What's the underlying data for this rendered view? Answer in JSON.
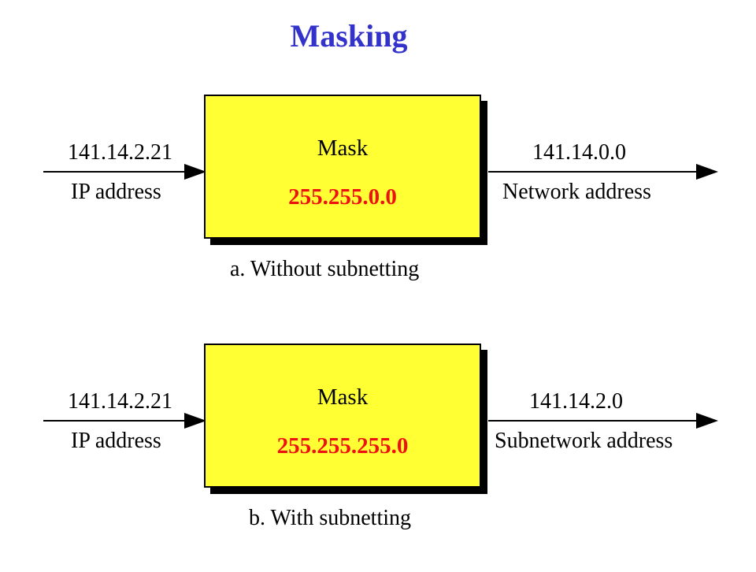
{
  "title": "Masking",
  "panels": [
    {
      "input_value": "141.14.2.21",
      "input_label": "IP address",
      "box_label": "Mask",
      "mask": "255.255.0.0",
      "output_value": "141.14.0.0",
      "output_label": "Network address",
      "caption": "a. Without subnetting"
    },
    {
      "input_value": "141.14.2.21",
      "input_label": "IP address",
      "box_label": "Mask",
      "mask": "255.255.255.0",
      "output_value": "141.14.2.0",
      "output_label": "Subnetwork address",
      "caption": "b. With subnetting"
    }
  ],
  "colors": {
    "title": "#3333cc",
    "box_fill": "#ffff33",
    "mask_value": "#ee1111"
  }
}
